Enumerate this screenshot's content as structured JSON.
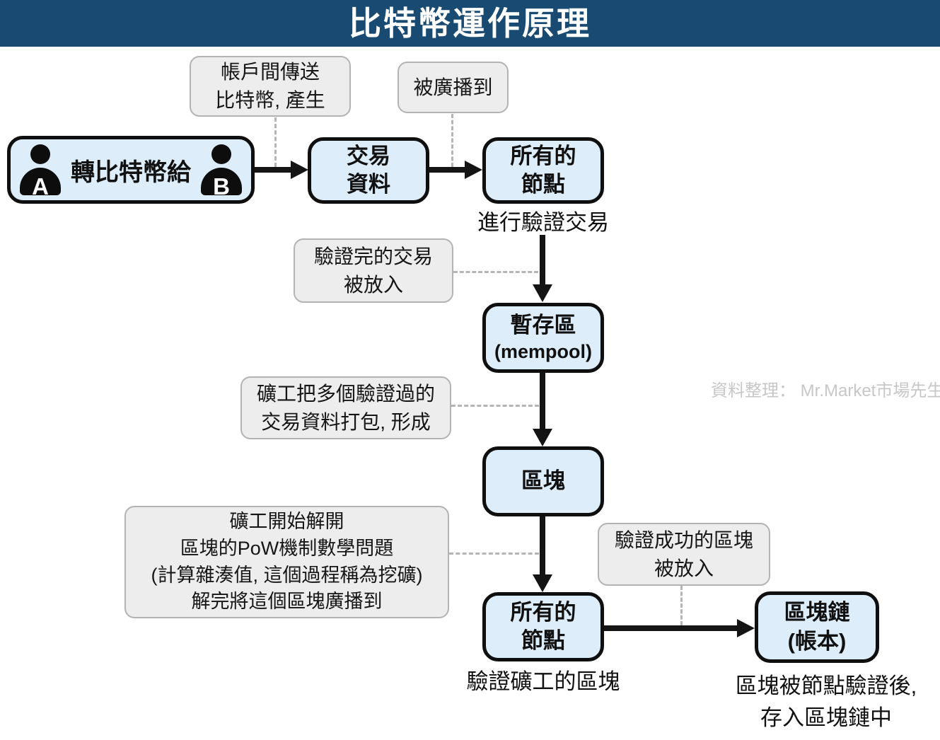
{
  "title": "比特幣運作原理",
  "watermark": "資料整理： Mr.Market市場先生",
  "colors": {
    "title_bar_bg": "#184a72",
    "title_text": "#ffffff",
    "node_bg": "#ddedf9",
    "node_border": "#0f0f0f",
    "annotation_bg": "#ededed",
    "annotation_border": "#b3b3b3",
    "arrow": "#141414",
    "dashed_connector": "#b5b5b5",
    "watermark_text": "#c7c7c7"
  },
  "nodes": {
    "ab_transfer": {
      "label": "轉比特幣給",
      "person_a": "A",
      "person_b": "B"
    },
    "tx_data": {
      "line1": "交易",
      "line2": "資料"
    },
    "all_nodes_top": {
      "line1": "所有的",
      "line2": "節點"
    },
    "mempool": {
      "line1": "暫存區",
      "line2": "(mempool)"
    },
    "block": {
      "line1": "區塊"
    },
    "all_nodes_bottom": {
      "line1": "所有的",
      "line2": "節點"
    },
    "blockchain": {
      "line1": "區塊鏈",
      "line2": "(帳本)"
    }
  },
  "annotations": {
    "account_transfer": {
      "line1": "帳戶間傳送",
      "line2": "比特幣, 產生"
    },
    "broadcast_to": {
      "line1": "被廣播到"
    },
    "verified_tx": {
      "line1": "驗證完的交易",
      "line2": "被放入"
    },
    "miner_pack": {
      "line1": "礦工把多個驗證過的",
      "line2": "交易資料打包, 形成"
    },
    "pow": {
      "line1": "礦工開始解開",
      "line2": "區塊的PoW機制數學問題",
      "line3": "(計算雜湊值, 這個過程稱為挖礦)",
      "line4": "解完將這個區塊廣播到"
    },
    "verified_block": {
      "line1": "驗證成功的區塊",
      "line2": "被放入"
    }
  },
  "captions": {
    "verify_tx": "進行驗證交易",
    "verify_miner_block": "驗證礦工的區塊",
    "stored_line1": "區塊被節點驗證後,",
    "stored_line2": "存入區塊鏈中"
  }
}
